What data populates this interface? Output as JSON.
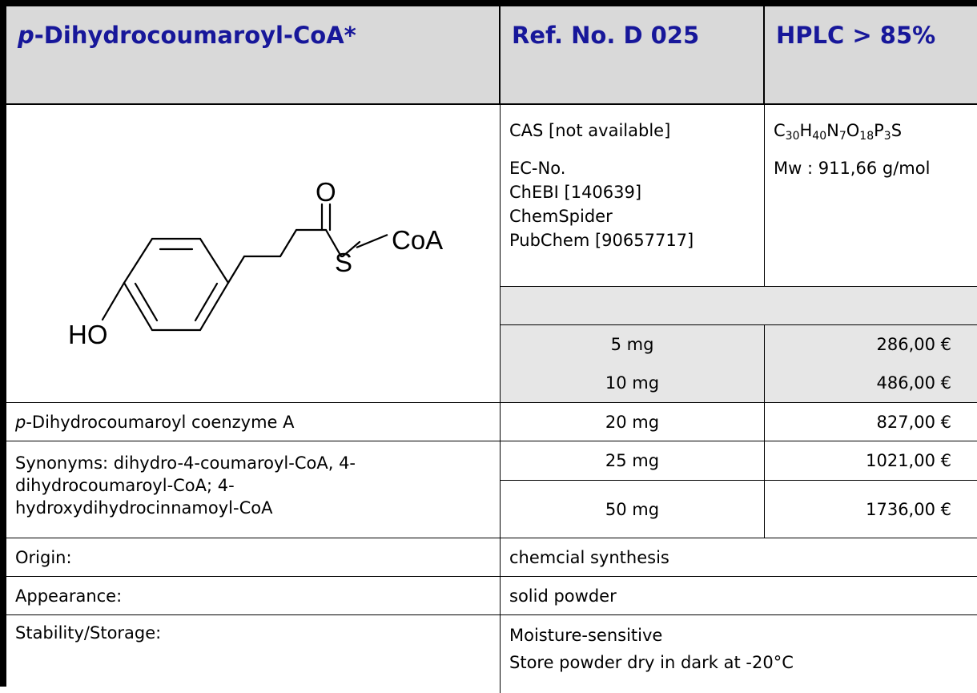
{
  "header": {
    "title_prefix": "p",
    "title_rest": "-Dihydrocoumaroyl-CoA*",
    "ref": "Ref. No. D 025",
    "purity": "HPLC > 85%"
  },
  "structure": {
    "carbonyl_o": "O",
    "sulfur": "S",
    "coa": "CoA",
    "hydroxy": "HO"
  },
  "identifiers": {
    "cas": "CAS [not available]",
    "ec": "EC-No.",
    "chebi": "ChEBI [140639]",
    "chemspider": "ChemSpider",
    "pubchem": "PubChem [90657717]"
  },
  "formula": {
    "parts": [
      {
        "el": "C",
        "n": "30"
      },
      {
        "el": "H",
        "n": "40"
      },
      {
        "el": "N",
        "n": "7"
      },
      {
        "el": "O",
        "n": "18"
      },
      {
        "el": "P",
        "n": "3"
      },
      {
        "el": "S",
        "n": ""
      }
    ],
    "mw": "Mw : 911,66 g/mol"
  },
  "names": {
    "full_prefix": "p",
    "full_rest": "-Dihydrocoumaroyl coenzyme A",
    "synonyms": "Synonyms: dihydro-4-coumaroyl-CoA, 4-dihydrocoumaroyl-CoA; 4-hydroxydihydrocinnamoyl-CoA"
  },
  "prices": [
    {
      "qty": "5 mg",
      "price": "286,00 €"
    },
    {
      "qty": "10 mg",
      "price": "486,00 €"
    },
    {
      "qty": "20 mg",
      "price": "827,00 €"
    },
    {
      "qty": "25 mg",
      "price": "1021,00 €"
    },
    {
      "qty": "50 mg",
      "price": "1736,00 €"
    }
  ],
  "properties": {
    "origin_label": "Origin:",
    "origin_value": "chemcial synthesis",
    "appearance_label": "Appearance:",
    "appearance_value": "solid powder",
    "stability_label": "Stability/Storage:",
    "stability_line1": "Moisture-sensitive",
    "stability_line2": "Store powder dry in dark at -20°C"
  }
}
